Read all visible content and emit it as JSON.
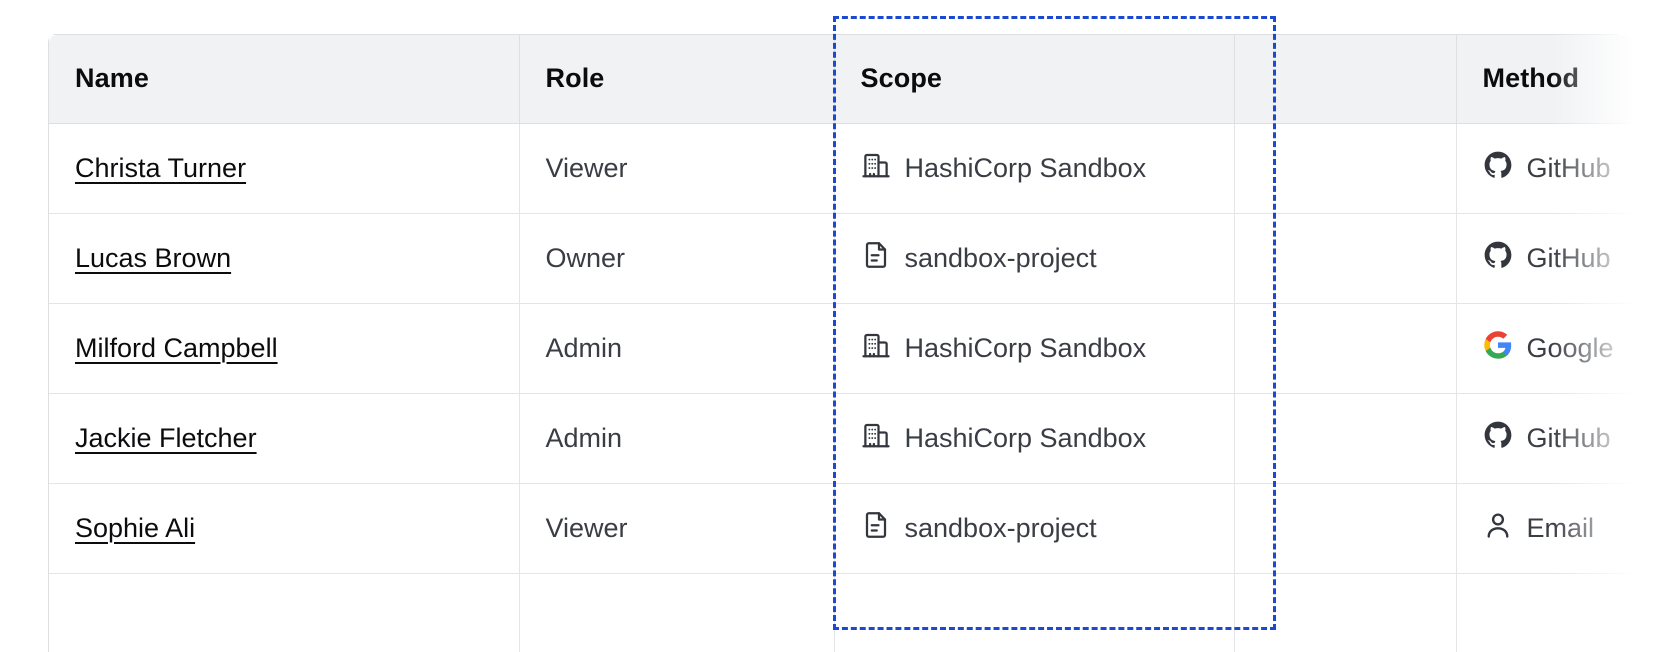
{
  "table": {
    "columns": [
      {
        "key": "name",
        "label": "Name"
      },
      {
        "key": "role",
        "label": "Role"
      },
      {
        "key": "scope",
        "label": "Scope"
      },
      {
        "key": "blank",
        "label": ""
      },
      {
        "key": "method",
        "label": "Method"
      }
    ],
    "rows": [
      {
        "name": "Christa Turner",
        "role": "Viewer",
        "scope": "HashiCorp Sandbox",
        "scope_icon": "organization-building-icon",
        "method": "GitHub",
        "method_icon": "github-icon"
      },
      {
        "name": "Lucas Brown",
        "role": "Owner",
        "scope": "sandbox-project",
        "scope_icon": "project-document-icon",
        "method": "GitHub",
        "method_icon": "github-icon"
      },
      {
        "name": "Milford Campbell",
        "role": "Admin",
        "scope": "HashiCorp Sandbox",
        "scope_icon": "organization-building-icon",
        "method": "Google",
        "method_icon": "google-icon"
      },
      {
        "name": "Jackie Fletcher",
        "role": "Admin",
        "scope": "HashiCorp Sandbox",
        "scope_icon": "organization-building-icon",
        "method": "GitHub",
        "method_icon": "github-icon"
      },
      {
        "name": "Sophie Ali",
        "role": "Viewer",
        "scope": "sandbox-project",
        "scope_icon": "project-document-icon",
        "method": "Email",
        "method_icon": "user-person-icon"
      }
    ]
  },
  "selection": {
    "name": "scope-column-highlight",
    "color": "#1b4ad0",
    "style": "dashed"
  },
  "colors": {
    "header_bg": "#f1f2f4",
    "border": "#dedfe3",
    "row_border": "#e4e5e8",
    "text_primary": "#0c0c0e",
    "text_secondary": "#3b3d45",
    "github": "#33363d",
    "google_blue": "#4285f4",
    "google_red": "#ea4335",
    "google_yellow": "#fbbc05",
    "google_green": "#34a853"
  }
}
